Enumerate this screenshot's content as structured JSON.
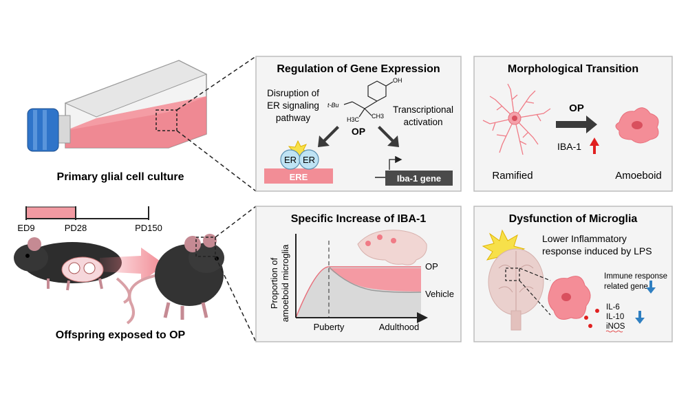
{
  "left": {
    "culture_caption": "Primary glial cell culture",
    "timeline": {
      "start": "ED9",
      "mid": "PD28",
      "end": "PD150"
    },
    "offspring_caption": "Offspring exposed to OP"
  },
  "panel_gene": {
    "title": "Regulation of Gene Expression",
    "left_text": [
      "Disruption of",
      "ER signaling",
      "pathway"
    ],
    "right_text": [
      "Transcriptional",
      "activation"
    ],
    "compound": "OP",
    "chem": {
      "tbu": "t-Bu",
      "oh": "OH",
      "h3c": "H3C",
      "ch3": "CH3"
    },
    "er1": "ER",
    "er2": "ER",
    "ere": "ERE",
    "gene": "Iba-1 gene"
  },
  "panel_morph": {
    "title": "Morphological Transition",
    "op": "OP",
    "iba": "IBA-1",
    "left_label": "Ramified",
    "right_label": "Amoeboid"
  },
  "panel_iba": {
    "title": "Specific Increase of IBA-1",
    "ylabel_1": "Proportion of",
    "ylabel_2": "amoeboid microglia",
    "x_puberty": "Puberty",
    "x_adult": "Adulthood",
    "op": "OP",
    "vehicle": "Vehicle"
  },
  "panel_dys": {
    "title": "Dysfunction of Microglia",
    "line1": "Lower Inflammatory",
    "line2": "response induced by LPS",
    "imm1": "Immune response",
    "imm2": "related gene",
    "il6": "IL-6",
    "il10": "IL-10",
    "inos": "iNOS"
  },
  "colors": {
    "pink": "#f07b86",
    "pink_light": "#f7b7bd",
    "red_arrow": "#e02020",
    "blue_arrow": "#2f7fc1",
    "panel_border": "#bdbdbd",
    "dark_arrow": "#3a3a3a",
    "ere_fill": "#f28d96"
  }
}
